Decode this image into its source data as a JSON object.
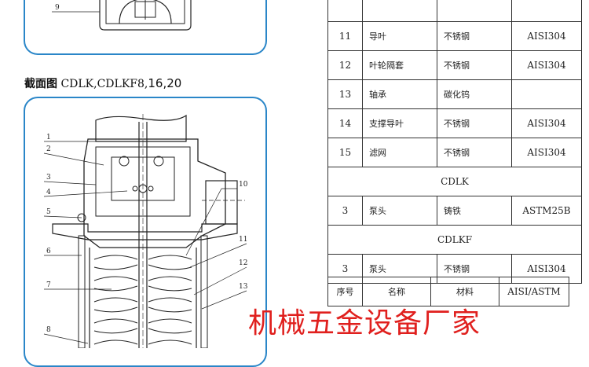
{
  "section": {
    "title_bold": "截面图",
    "title_models": " CDLK,CDLKF8,",
    "title_nums": "16,20"
  },
  "top_diagram": {
    "callout": "9"
  },
  "bottom_diagram": {
    "callouts_left": [
      "1",
      "2",
      "3",
      "4",
      "5",
      "6",
      "7",
      "8"
    ],
    "callouts_right": [
      "10",
      "11",
      "12",
      "13"
    ]
  },
  "parts_table": {
    "rows": [
      {
        "no": "",
        "name": "",
        "material": "",
        "standard": ""
      },
      {
        "no": "11",
        "name": "导叶",
        "material": "不锈钢",
        "standard": "AISI304"
      },
      {
        "no": "12",
        "name": "叶轮隔套",
        "material": "不锈钢",
        "standard": "AISI304"
      },
      {
        "no": "13",
        "name": "轴承",
        "material": "碳化钨",
        "standard": ""
      },
      {
        "no": "14",
        "name": "支撑导叶",
        "material": "不锈钢",
        "standard": "AISI304"
      },
      {
        "no": "15",
        "name": "滤网",
        "material": "不锈钢",
        "standard": "AISI304"
      }
    ],
    "group_cdlk": "CDLK",
    "row_cdlk": {
      "no": "3",
      "name": "泵头",
      "material": "铸铁",
      "standard": "ASTM25B"
    },
    "group_cdlkf": "CDLKF",
    "row_cdlkf": {
      "no": "3",
      "name": "泵头",
      "material": "不锈钢",
      "standard": "AISI304"
    }
  },
  "header_table": {
    "no": "序号",
    "name": "名称",
    "material": "材料",
    "standard": "AISI/ASTM"
  },
  "watermark": "机械五金设备厂家",
  "colors": {
    "panel_border": "#2a86c8",
    "watermark": "#e0201e"
  }
}
